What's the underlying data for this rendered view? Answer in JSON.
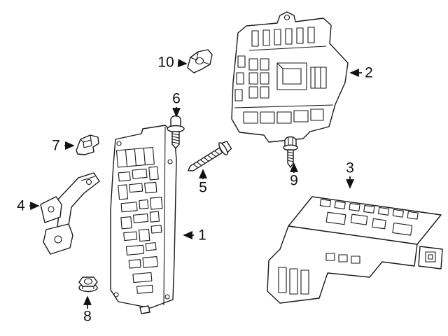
{
  "diagram": {
    "background_color": "#ffffff",
    "line_color": "#1a1a1a",
    "part_labels": {
      "1": "1",
      "2": "2",
      "3": "3",
      "4": "4",
      "5": "5",
      "6": "6",
      "7": "7",
      "8": "8",
      "9": "9",
      "10": "10"
    },
    "parts": [
      {
        "label": "1",
        "shape": "main-fuse-box"
      },
      {
        "label": "2",
        "shape": "upper-fuse-box"
      },
      {
        "label": "3",
        "shape": "control-module"
      },
      {
        "label": "4",
        "shape": "mounting-bracket"
      },
      {
        "label": "5",
        "shape": "long-screw"
      },
      {
        "label": "6",
        "shape": "washer-head-screw"
      },
      {
        "label": "7",
        "shape": "retaining-clip"
      },
      {
        "label": "8",
        "shape": "flange-nut"
      },
      {
        "label": "9",
        "shape": "hex-screw"
      },
      {
        "label": "10",
        "shape": "clip-bracket"
      }
    ]
  }
}
